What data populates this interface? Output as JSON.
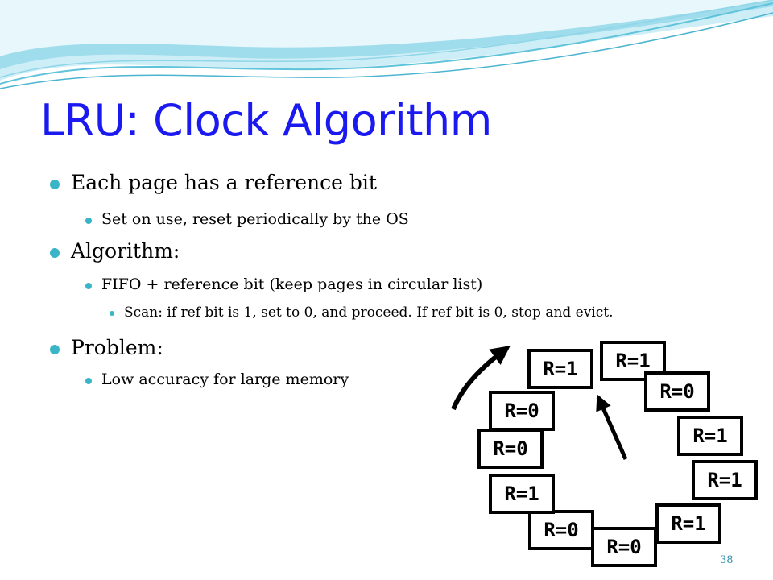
{
  "slide": {
    "title": "LRU: Clock Algorithm",
    "bullets": [
      "Each page has a reference bit",
      "Set on use, reset periodically by the OS",
      "Algorithm:",
      "FIFO + reference bit (keep pages in circular list)",
      "Scan: if ref bit is 1, set to 0, and proceed. If ref bit is 0, stop and evict.",
      "Problem:",
      "Low accuracy for large memory"
    ],
    "page_number": "38"
  },
  "clock": {
    "frames": [
      "R=1",
      "R=1",
      "R=0",
      "R=1",
      "R=1",
      "R=1",
      "R=0",
      "R=0",
      "R=1",
      "R=0",
      "R=0"
    ]
  },
  "colors": {
    "title": "#1a1af0",
    "bullet": "#3ab5c8",
    "wave": "#7fd3e6",
    "page_number": "#2e8fa8"
  }
}
